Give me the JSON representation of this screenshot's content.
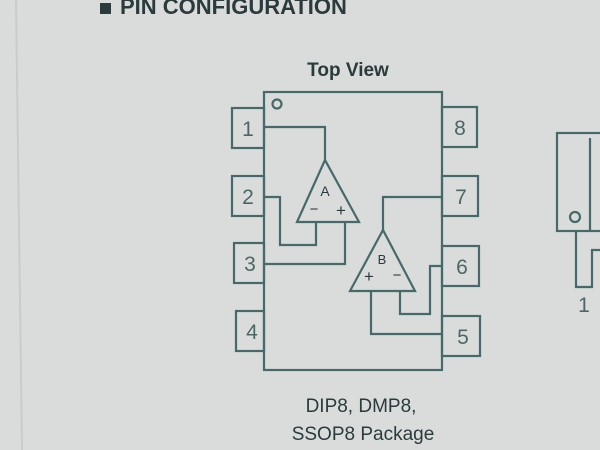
{
  "heading": "PIN CONFIGURATION",
  "diagram": {
    "title": "Top View",
    "pins_left": [
      "1",
      "2",
      "3",
      "4"
    ],
    "pins_right": [
      "8",
      "7",
      "6",
      "5"
    ],
    "opamp_a": {
      "label": "A",
      "minus": "−",
      "plus": "+"
    },
    "opamp_b": {
      "label": "B",
      "plus": "+",
      "minus": "−"
    },
    "caption_line1": "DIP8, DMP8,",
    "caption_line2": "SSOP8 Package"
  },
  "second_diagram": {
    "pin_label": "1"
  },
  "colors": {
    "line": "#47696a",
    "background": "#d9dcdb",
    "text": "#2b3a3d"
  }
}
